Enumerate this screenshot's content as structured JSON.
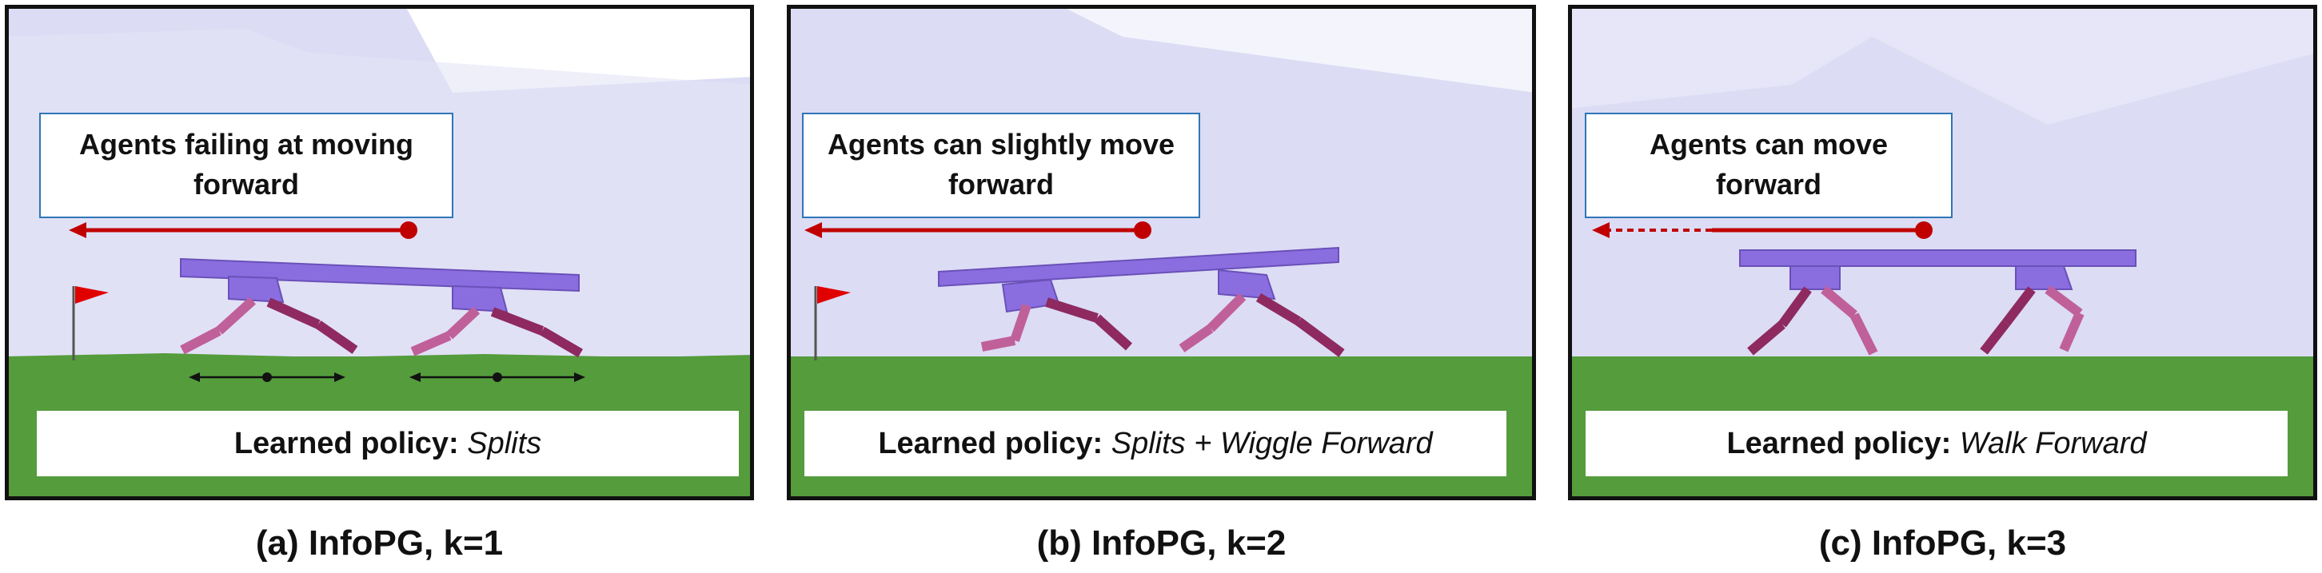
{
  "panels": [
    {
      "box_text": "Agents failing at moving forward",
      "box_line1": "Agents failing at moving",
      "box_line2": "forward",
      "policy_label": "Learned policy:",
      "policy_value": "Splits",
      "caption": "(a) InfoPG, k=1",
      "arrow_style": "solid"
    },
    {
      "box_text": "Agents can slightly move forward",
      "box_line1": "Agents can slightly move",
      "box_line2": "forward",
      "policy_label": "Learned policy:",
      "policy_value": "Splits + Wiggle Forward",
      "caption": "(b) InfoPG, k=2",
      "arrow_style": "solid"
    },
    {
      "box_text": "Agents can move forward",
      "box_line1": "Agents can move",
      "box_line2": "forward",
      "policy_label": "Learned policy:",
      "policy_value": "Walk Forward",
      "caption": "(c) InfoPG, k=3",
      "arrow_style": "dashed-tail"
    }
  ],
  "colors": {
    "sky": "#dcdcf5",
    "ground": "#549c3c",
    "hull": "#8a6ee0",
    "leg_light": "#c0609a",
    "leg_dark": "#8e2a60",
    "arrow": "#c00000",
    "box_border": "#2e75b6",
    "flag": "#e00000"
  }
}
